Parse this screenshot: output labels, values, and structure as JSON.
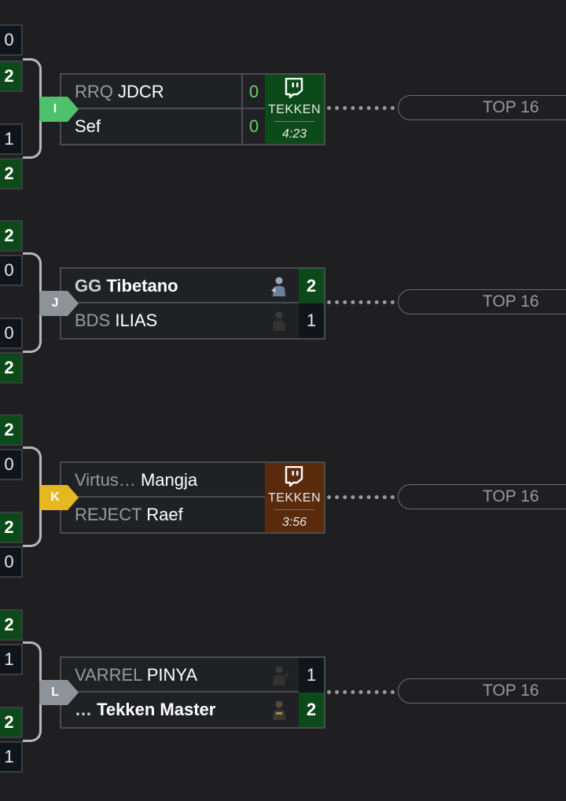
{
  "round_label": "TOP 16",
  "game_label": "TEKKEN",
  "icons": {
    "stream": "twitch-icon",
    "avatar": "character-avatar-icon"
  },
  "colors": {
    "win": "#0d4a1a",
    "live_score": "#67d36a",
    "badge_i": "#4fc16c",
    "badge_k": "#e6b81f",
    "badge_default": "#8e939a"
  },
  "prev_scores": [
    [
      "0",
      "2",
      "1",
      "2"
    ],
    [
      "2",
      "0",
      "0",
      "2"
    ],
    [
      "2",
      "0",
      "2",
      "0"
    ],
    [
      "2",
      "1",
      "2",
      "1"
    ]
  ],
  "matches": [
    {
      "id": "I",
      "status": "live",
      "p1": {
        "team": "RRQ",
        "name": "JDCR",
        "score": "0"
      },
      "p2": {
        "team": "",
        "name": "Sef",
        "score": "0"
      },
      "stream": {
        "game": "TEKKEN",
        "time": "4:23"
      },
      "next": "TOP 16"
    },
    {
      "id": "J",
      "status": "complete",
      "p1": {
        "team": "GG",
        "name": "Tibetano",
        "score": "2",
        "winner": true
      },
      "p2": {
        "team": "BDS",
        "name": "ILIAS",
        "score": "1"
      },
      "next": "TOP 16"
    },
    {
      "id": "K",
      "status": "live",
      "p1": {
        "team": "Virtus…",
        "name": "Mangja"
      },
      "p2": {
        "team": "REJECT",
        "name": "Raef"
      },
      "stream": {
        "game": "TEKKEN",
        "time": "3:56"
      },
      "next": "TOP 16"
    },
    {
      "id": "L",
      "status": "complete",
      "p1": {
        "team": "VARREL",
        "name": "PINYA",
        "score": "1"
      },
      "p2": {
        "team": "…",
        "name": "Tekken Master",
        "score": "2",
        "winner": true
      },
      "next": "TOP 16"
    }
  ]
}
